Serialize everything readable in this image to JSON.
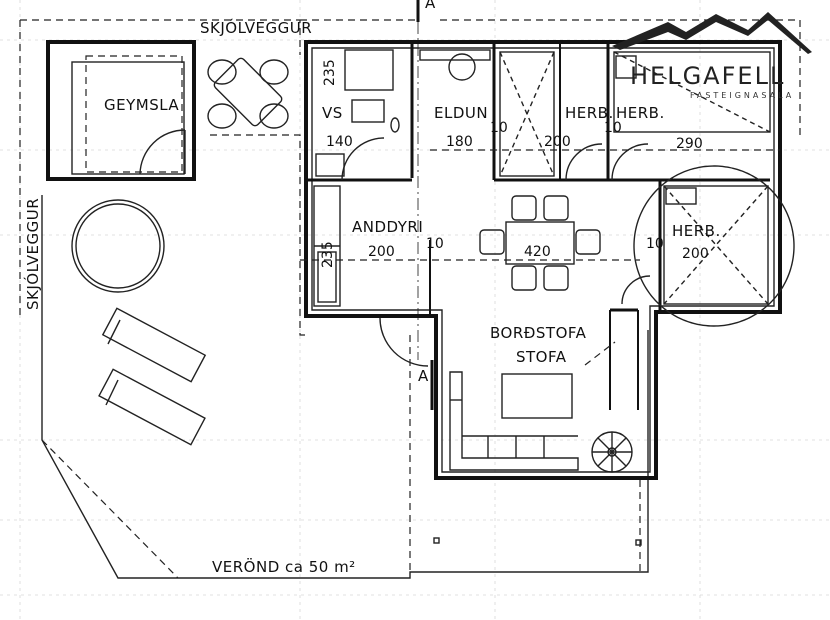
{
  "section_marker": "A",
  "labels": {
    "skjolveggur_top": "SKJÓLVEGGUR",
    "skjolveggur_left": "SKJÓLVEGGUR",
    "geymsla": "GEYMSLA",
    "vs": "VS",
    "eldun": "ELDUN",
    "herb1": "HERB.",
    "herb2": "HERB.",
    "herb3": "HERB.",
    "anddyri": "ANDDYRI",
    "bordstofa": "BORÐSTOFA",
    "stofa": "STOFA",
    "verond": "VERÖND ca 50 m²"
  },
  "dimensions": {
    "d235_top": "235",
    "d140": "140",
    "d180": "180",
    "d10_a": "10",
    "d200_a": "200",
    "d10_b": "10",
    "d290": "290",
    "d200_anddyri": "200",
    "d10_c": "10",
    "d420": "420",
    "d10_d": "10",
    "d200_herb": "200",
    "d235_left": "235"
  },
  "logo": {
    "name": "HELGAFELL",
    "tagline": "FASTEIGNASALA",
    "color": "#222222"
  },
  "colors": {
    "ink": "#111111",
    "grid": "#d8d8d8",
    "background": "#ffffff"
  }
}
